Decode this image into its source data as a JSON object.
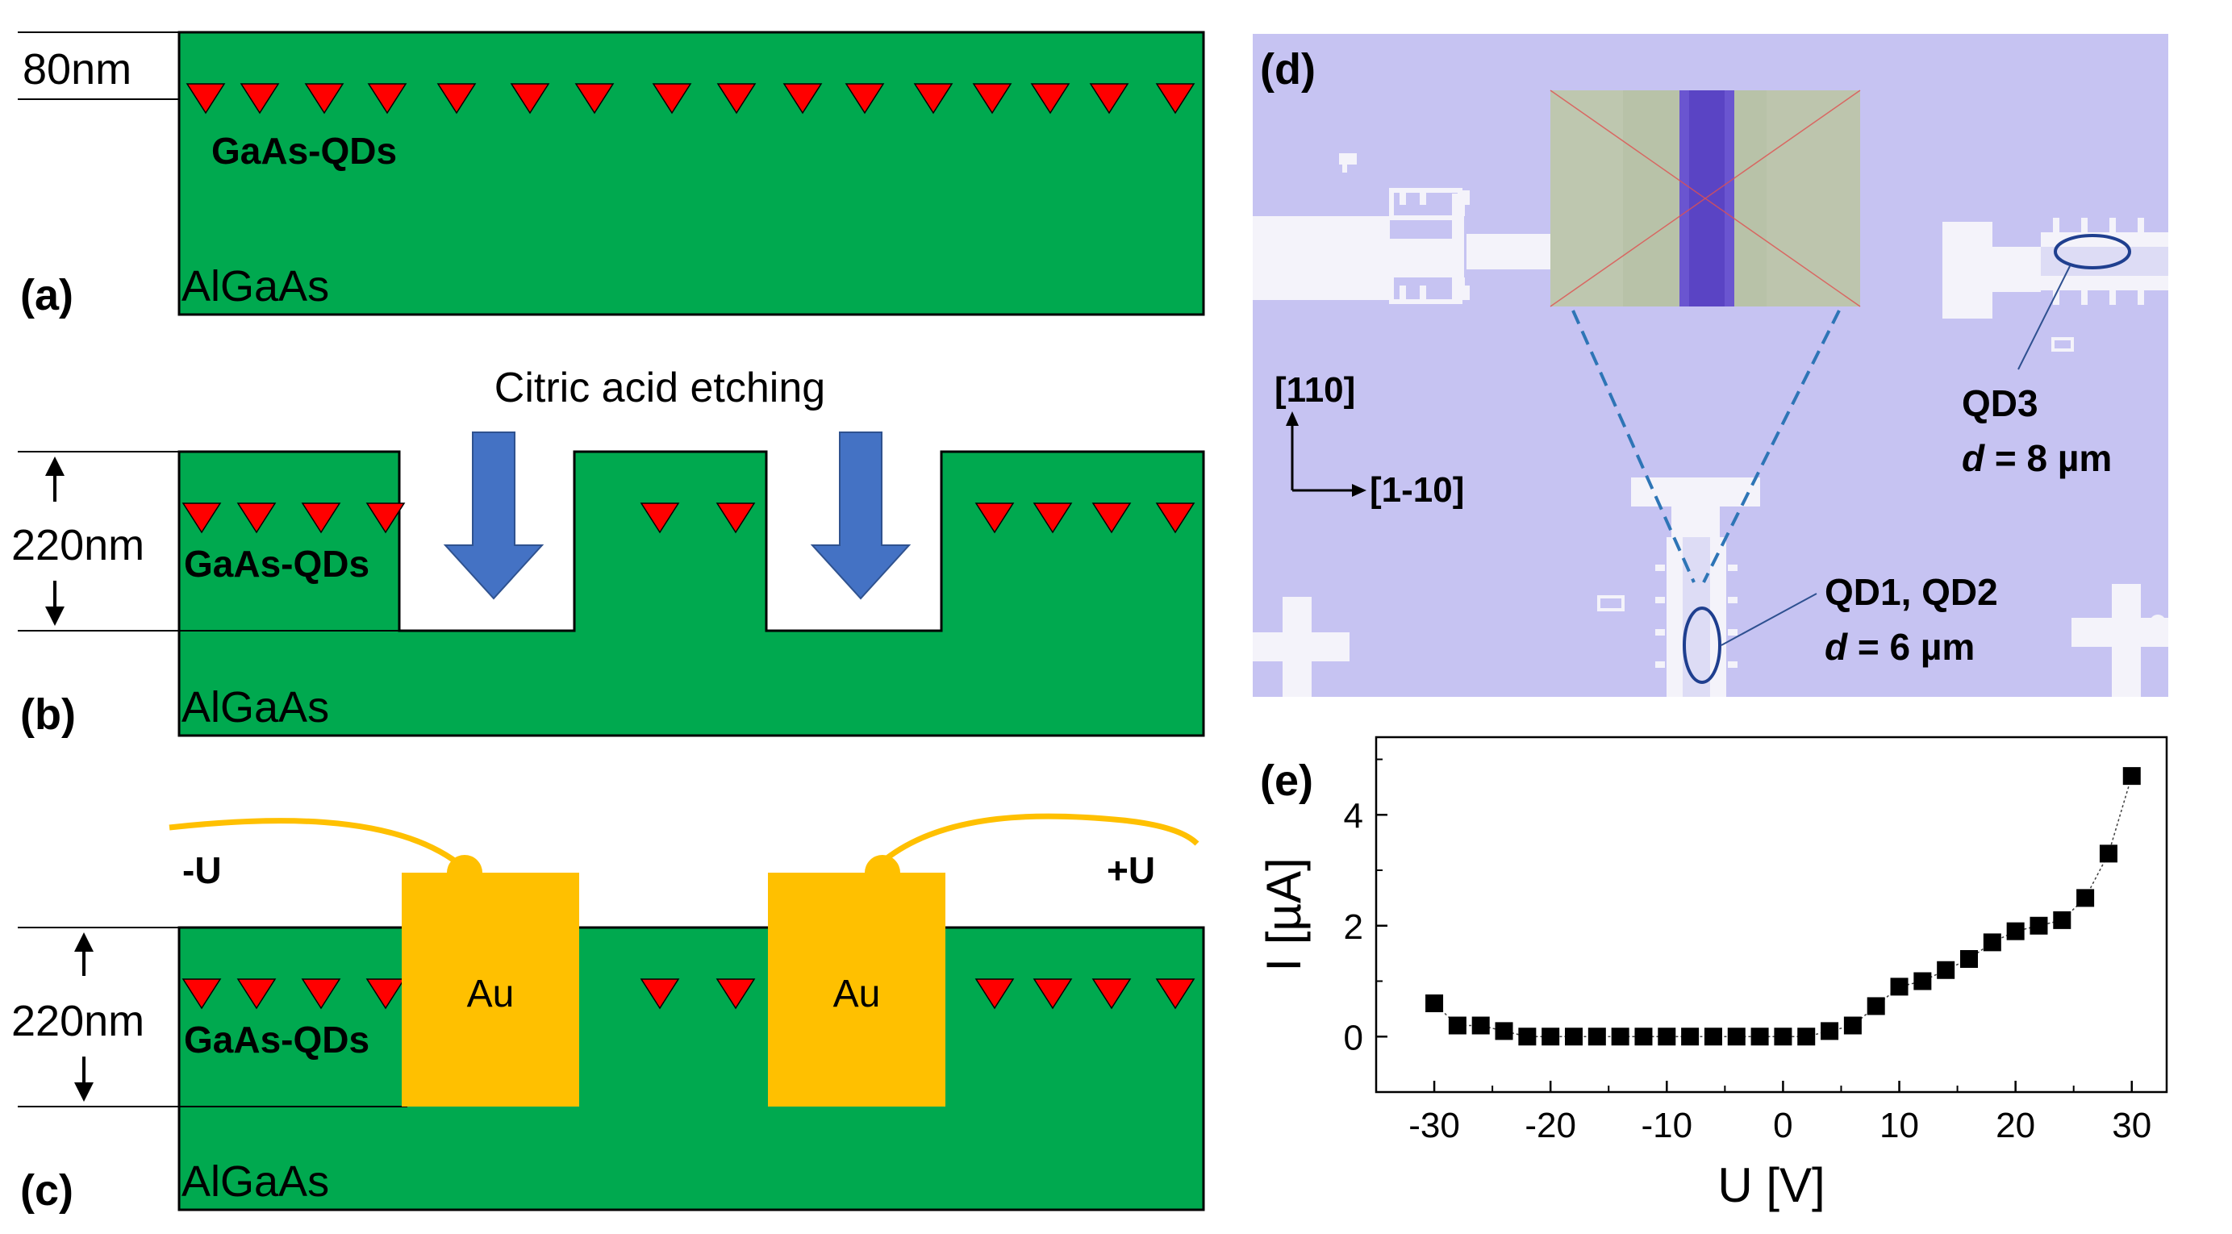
{
  "panel_a": {
    "label": "(a)",
    "thickness": "80nm",
    "qd_label": "GaAs-QDs",
    "substrate_label": "AlGaAs"
  },
  "panel_b": {
    "label": "(b)",
    "process": "Citric acid etching",
    "thickness": "220nm",
    "qd_label": "GaAs-QDs",
    "substrate_label": "AlGaAs"
  },
  "panel_c": {
    "label": "(c)",
    "thickness": "220nm",
    "qd_label": "GaAs-QDs",
    "substrate_label": "AlGaAs",
    "electrode_left": "Au",
    "electrode_right": "Au",
    "bias_left": "-U",
    "bias_right": "+U"
  },
  "panel_d": {
    "label": "(d)",
    "dir_vertical": "[110]",
    "dir_horizontal": "[1-10]",
    "qd12_label": "QD1, QD2",
    "qd12_d_var": "d",
    "qd12_d_value": " = 6 µm",
    "qd3_label": "QD3",
    "qd3_d_var": "d",
    "qd3_d_value": " = 8 µm"
  },
  "panel_e": {
    "label": "(e)"
  },
  "colors": {
    "semiconductor": "#00a94f",
    "quantum_dot": "#ff0000",
    "gold": "#ffc000",
    "etch_arrow": "#4472c4",
    "micrograph": "#c6c3f2",
    "marker": "#000000"
  },
  "chart_data": {
    "type": "scatter",
    "title": "",
    "xlabel": "U [V]",
    "ylabel": "I [µA]",
    "xlim": [
      -35,
      33
    ],
    "ylim": [
      -1,
      5.4
    ],
    "xticks": [
      -30,
      -20,
      -10,
      0,
      10,
      20,
      30
    ],
    "yticks": [
      0,
      2,
      4
    ],
    "xtick_labels": [
      "-30",
      "-20",
      "-10",
      "0",
      "10",
      "20",
      "30"
    ],
    "ytick_labels": [
      "0",
      "2",
      "4"
    ],
    "grid": false,
    "connected": true,
    "series": [
      {
        "x": [
          -30,
          -28,
          -26,
          -24,
          -22,
          -20,
          -18,
          -16,
          -14,
          -12,
          -10,
          -8,
          -6,
          -4,
          -2,
          0,
          2,
          4,
          6,
          8,
          10,
          12,
          14,
          16,
          18,
          20,
          22,
          24,
          26,
          28,
          30
        ],
        "y": [
          0.6,
          0.2,
          0.2,
          0.1,
          0,
          0,
          0,
          0,
          0,
          0,
          0,
          0,
          0,
          0,
          0,
          0,
          0,
          0.1,
          0.2,
          0.55,
          0.9,
          1.0,
          1.2,
          1.4,
          1.7,
          1.9,
          2.0,
          2.1,
          2.5,
          3.3,
          4.7
        ]
      }
    ]
  }
}
